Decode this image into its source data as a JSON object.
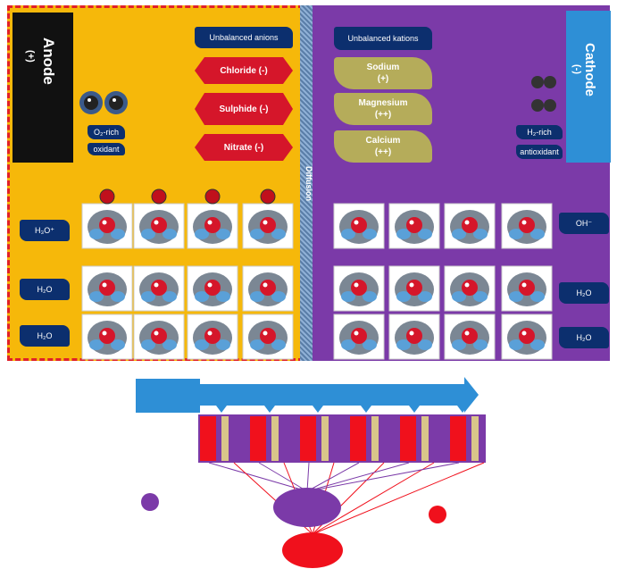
{
  "anode": {
    "title": "Anode",
    "sign": "(+)",
    "o2_label": "O₂-rich",
    "o2_sub": "oxidant"
  },
  "cathode": {
    "title": "Cathode",
    "sign": "(-)",
    "h2_label": "H₂-rich",
    "h2_sub": "antioxidant"
  },
  "membrane_label": "Diffusion",
  "anions": {
    "header": "Unbalanced anions",
    "items": [
      {
        "label": "Chloride (-)"
      },
      {
        "label": "Sulphide (-)"
      },
      {
        "label": "Nitrate (-)"
      }
    ]
  },
  "cations": {
    "header": "Unbalanced kations",
    "items": [
      {
        "name": "Sodium",
        "charge": "(+)"
      },
      {
        "name": "Magnesium",
        "charge": "(++)"
      },
      {
        "name": "Calcium",
        "charge": "(++)"
      }
    ]
  },
  "left_labels": [
    "H₃O⁺",
    "H₂O",
    "H₂O"
  ],
  "right_labels": [
    "OH⁻",
    "H₂O",
    "H₂O"
  ],
  "colors": {
    "anode_bg": "#f6b80a",
    "cathode_bg": "#7b3aa8",
    "accent_red": "#e0202a",
    "accent_blue": "#2e8fd6"
  }
}
